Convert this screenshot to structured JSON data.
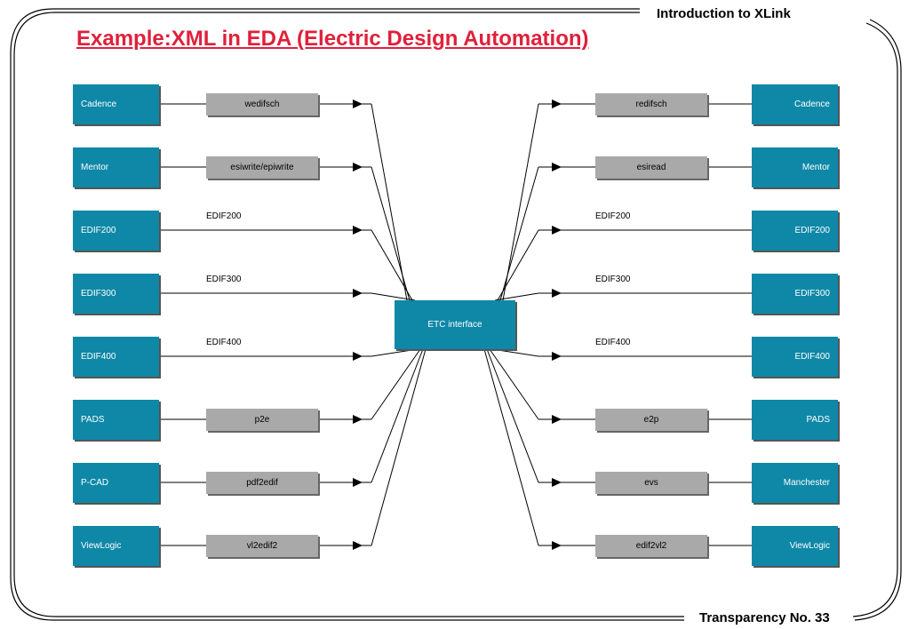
{
  "header": {
    "course_title": "Introduction to XLink"
  },
  "footer": {
    "page_label": "Transparency No. 33"
  },
  "slide": {
    "title": "Example:XML in EDA (Electric Design Automation)"
  },
  "colors": {
    "tool_box": "#0f88a7",
    "converter_box": "#a9a9a9",
    "title": "#e0203a"
  },
  "diagram": {
    "center": "ETC interface",
    "inputs": [
      {
        "tool": "Cadence",
        "converter": "wedifsch"
      },
      {
        "tool": "Mentor",
        "converter": "esiwrite/epiwrite"
      },
      {
        "tool": "EDIF200",
        "edge_label": "EDIF200"
      },
      {
        "tool": "EDIF300",
        "edge_label": "EDIF300"
      },
      {
        "tool": "EDIF400",
        "edge_label": "EDIF400"
      },
      {
        "tool": "PADS",
        "converter": "p2e"
      },
      {
        "tool": "P-CAD",
        "converter": "pdf2edif"
      },
      {
        "tool": "ViewLogic",
        "converter": "vl2edif2"
      }
    ],
    "outputs": [
      {
        "tool": "Cadence",
        "converter": "redifsch"
      },
      {
        "tool": "Mentor",
        "converter": "esiread"
      },
      {
        "tool": "EDIF200",
        "edge_label": "EDIF200"
      },
      {
        "tool": "EDIF300",
        "edge_label": "EDIF300"
      },
      {
        "tool": "EDIF400",
        "edge_label": "EDIF400"
      },
      {
        "tool": "PADS",
        "converter": "e2p"
      },
      {
        "tool": "Manchester",
        "converter": "evs"
      },
      {
        "tool": "ViewLogic",
        "converter": "edif2vl2"
      }
    ]
  }
}
